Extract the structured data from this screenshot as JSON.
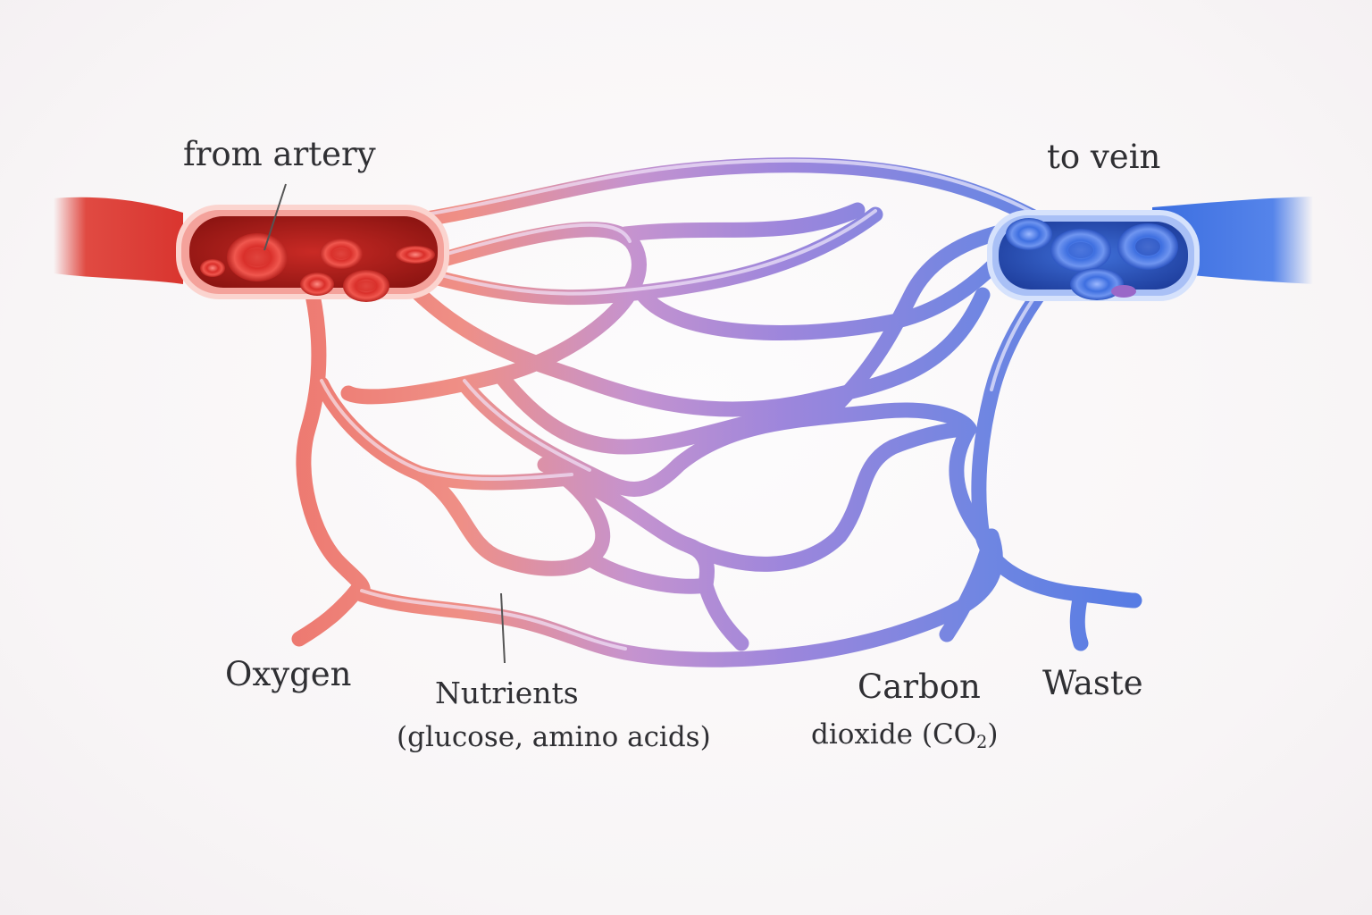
{
  "labels": {
    "from_artery": "from artery",
    "to_vein": "to vein",
    "oxygen": "Oxygen",
    "nutrients": "Nutrients",
    "nutrients_detail": "(glucose, amino acids)",
    "carbon_line1": "Carbon",
    "carbon_line2_prefix": "dioxide (CO",
    "carbon_subscript": "2",
    "carbon_line2_suffix": ")",
    "waste": "Waste"
  },
  "colors": {
    "arterial": "#e0403a",
    "capillary_arterial": "#ee8a80",
    "capillary_mid": "#a98ad8",
    "capillary_venous": "#6d86e2",
    "venous": "#3c6ee0",
    "label_text": "#2f2f33",
    "leader_line": "#555555"
  }
}
